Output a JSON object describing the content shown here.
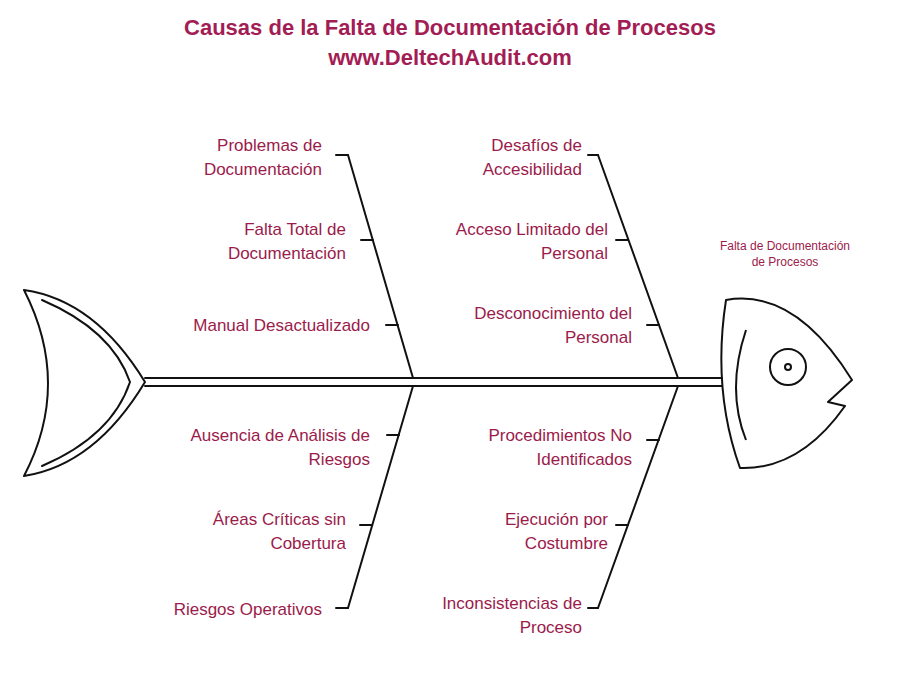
{
  "diagram": {
    "title": "Causas de la Falta de Documentación de Procesos",
    "nodes": [
      {
        "text": [
          "Falta de Documentación de Procesos"
        ]
      }
    ],
    "labels": [
      "www.DeltechAudit.com",
      "Problemas de Documentación",
      "Falta Total de Documentación",
      "Manual Desactualizado",
      "Ausencia de Análisis de Riesgos",
      "Áreas Críticas sin Cobertura",
      "Riesgos Operativos",
      "Desafíos de Accesibilidad",
      "Acceso Limitado del Personal",
      "Desconocimiento del Personal",
      "Procedimientos No Identificados",
      "Ejecución por Costumbre",
      "Inconsistencias de Proceso"
    ]
  }
}
